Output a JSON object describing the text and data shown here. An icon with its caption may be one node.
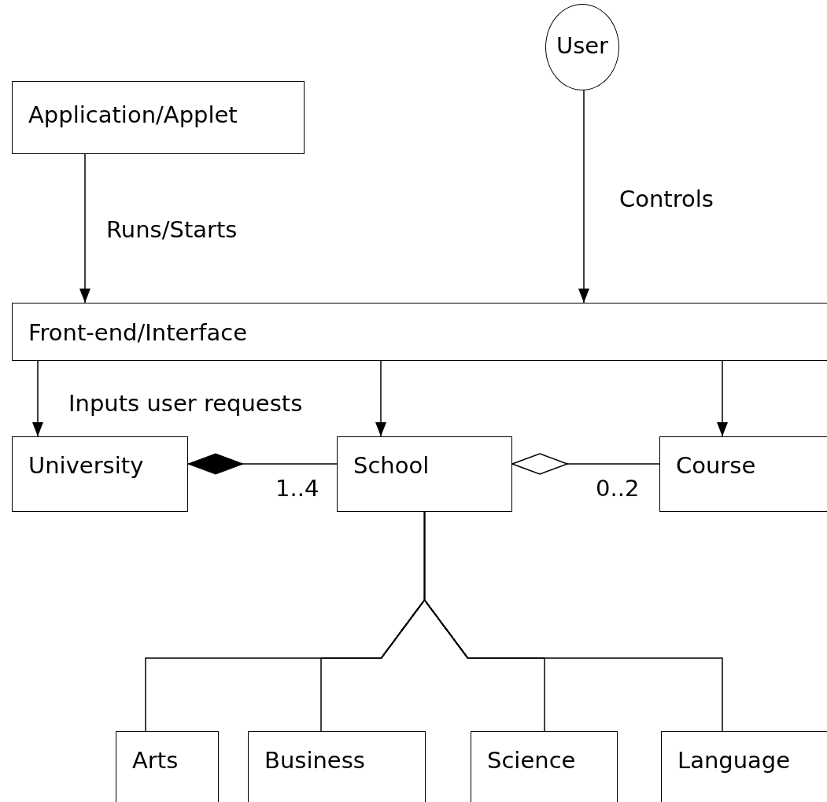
{
  "diagram": {
    "nodes": [
      {
        "text": [
          "User"
        ]
      },
      {
        "text": [
          "Application/Applet"
        ]
      },
      {
        "text": [
          "Front-end/Interface"
        ]
      },
      {
        "text": [
          "University"
        ]
      },
      {
        "text": [
          "School"
        ]
      },
      {
        "text": [
          "Course"
        ]
      },
      {
        "text": [
          "Arts"
        ]
      },
      {
        "text": [
          "Business"
        ]
      },
      {
        "text": [
          "Science"
        ]
      },
      {
        "text": [
          "Language"
        ]
      }
    ],
    "edges": [
      {
        "from": 1,
        "to": 2,
        "arrow": "to",
        "label": "Runs/Starts"
      },
      {
        "from": 0,
        "to": 2,
        "arrow": "to",
        "label": "Controls"
      },
      {
        "from": 2,
        "to": 3,
        "arrow": "to",
        "label": "Inputs user requests"
      },
      {
        "from": 2,
        "to": 4,
        "arrow": "to"
      },
      {
        "from": 2,
        "to": 5,
        "arrow": "to"
      },
      {
        "from": 3,
        "to": 4,
        "arrow": "other",
        "label": "1..4"
      },
      {
        "from": 4,
        "to": 5,
        "arrow": "other",
        "label": "0..2"
      },
      {
        "from": 6,
        "to": 4,
        "arrow": "to"
      },
      {
        "from": 7,
        "to": 4,
        "arrow": "to"
      },
      {
        "from": 8,
        "to": 4,
        "arrow": "to"
      },
      {
        "from": 9,
        "to": 4,
        "arrow": "to"
      }
    ]
  }
}
